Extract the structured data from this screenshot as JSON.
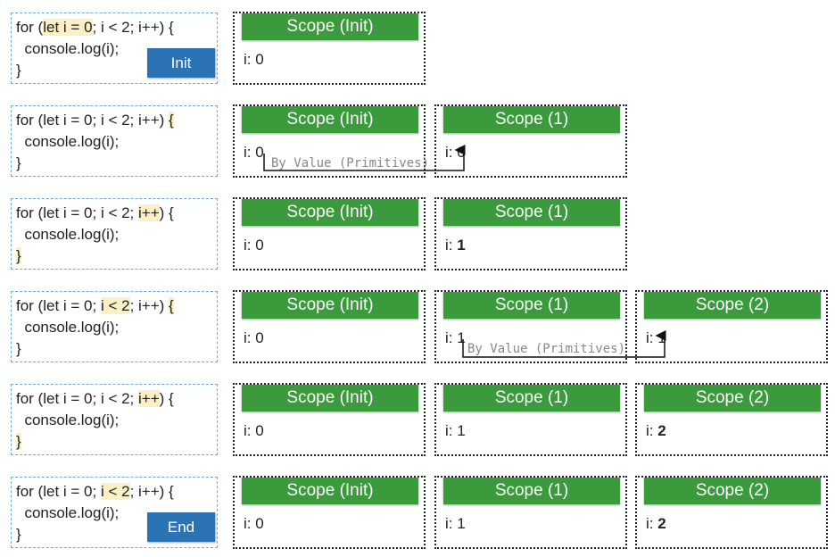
{
  "rows": [
    {
      "code": {
        "line1": [
          "for (",
          "let i = 0",
          "; i < 2; i++) {"
        ],
        "line2": "  console.log(i);",
        "line3": "}",
        "step_label": "Init"
      },
      "scopes": [
        {
          "title": "Scope (Init)",
          "var_name": "i: ",
          "var_value": "0",
          "bold": false
        }
      ]
    },
    {
      "code": {
        "line1": [
          "for (let i = 0; i < 2; i++) ",
          "{",
          ""
        ],
        "line2": "  console.log(i);",
        "line3": "}",
        "step_label": ""
      },
      "scopes": [
        {
          "title": "Scope (Init)",
          "var_name": "i: ",
          "var_value": "0",
          "bold": false
        },
        {
          "title": "Scope (1)",
          "var_name": "i: ",
          "var_value": "0",
          "bold": false
        }
      ],
      "arrow_label": "By Value (Primitives)"
    },
    {
      "code": {
        "line1": [
          "for (let i = 0; i < 2; ",
          "i++",
          ") {"
        ],
        "line2": "  console.log(i);",
        "line3": "}",
        "step_label": ""
      },
      "scopes": [
        {
          "title": "Scope (Init)",
          "var_name": "i: ",
          "var_value": "0",
          "bold": false
        },
        {
          "title": "Scope (1)",
          "var_name": "i: ",
          "var_value": "1",
          "bold": true
        }
      ]
    },
    {
      "code": {
        "line1": [
          "for (let i = 0; ",
          "i < 2",
          "; i++) ",
          "{"
        ],
        "line2": "  console.log(i);",
        "line3": "}",
        "step_label": ""
      },
      "scopes": [
        {
          "title": "Scope (Init)",
          "var_name": "i: ",
          "var_value": "0",
          "bold": false
        },
        {
          "title": "Scope (1)",
          "var_name": "i: ",
          "var_value": "1",
          "bold": false
        },
        {
          "title": "Scope (2)",
          "var_name": "i: ",
          "var_value": "1",
          "bold": false
        }
      ],
      "arrow_label": "By Value (Primitives)"
    },
    {
      "code": {
        "line1": [
          "for (let i = 0; i < 2; ",
          "i++",
          ") {"
        ],
        "line2": "  console.log(i);",
        "line3": "}",
        "step_label": ""
      },
      "scopes": [
        {
          "title": "Scope (Init)",
          "var_name": "i: ",
          "var_value": "0",
          "bold": false
        },
        {
          "title": "Scope (1)",
          "var_name": "i: ",
          "var_value": "1",
          "bold": false
        },
        {
          "title": "Scope (2)",
          "var_name": "i: ",
          "var_value": "2",
          "bold": true
        }
      ]
    },
    {
      "code": {
        "line1": [
          "for (let i = 0; ",
          "i < 2",
          "; i++) {"
        ],
        "line2": "  console.log(i);",
        "line3": "}",
        "step_label": "End"
      },
      "scopes": [
        {
          "title": "Scope (Init)",
          "var_name": "i: ",
          "var_value": "0",
          "bold": false
        },
        {
          "title": "Scope (1)",
          "var_name": "i: ",
          "var_value": "1",
          "bold": false
        },
        {
          "title": "Scope (2)",
          "var_name": "i: ",
          "var_value": "2",
          "bold": true
        }
      ]
    }
  ],
  "colors": {
    "scope_header": "#3a9a3c",
    "step_tag": "#2c73b3",
    "highlight": "#fbefc5",
    "code_border": "#6aa9dc"
  }
}
